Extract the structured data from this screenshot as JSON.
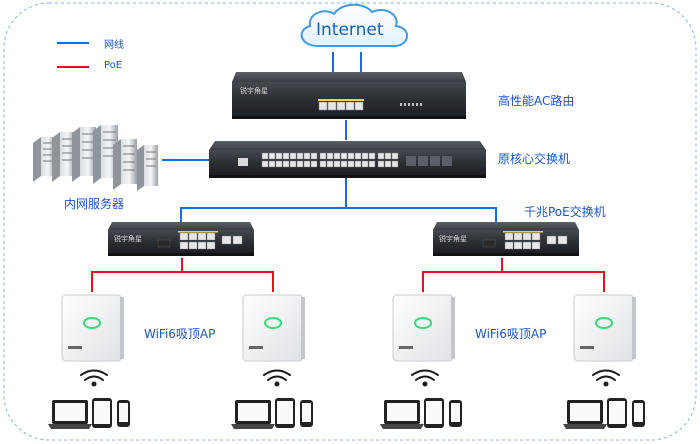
{
  "legend": {
    "items": [
      {
        "label": "网线",
        "color": "#1a6be0"
      },
      {
        "label": "PoE",
        "color": "#e0141e"
      }
    ]
  },
  "nodes": {
    "internet": {
      "label": "Internet"
    },
    "router": {
      "label": "高性能AC路由",
      "brand": "锐宇角星"
    },
    "core_switch": {
      "label": "原核心交换机"
    },
    "servers": {
      "label": "内网服务器"
    },
    "poe_switch": {
      "label": "千兆PoE交换机",
      "brand": "锐宇角星"
    },
    "ap_group_left": {
      "label": "WiFi6吸顶AP"
    },
    "ap_group_right": {
      "label": "WiFi6吸顶AP"
    }
  },
  "colors": {
    "lan": "#1a6be0",
    "poe": "#e0141e",
    "frame": "#7fb4ea",
    "label": "#1a55c8"
  }
}
